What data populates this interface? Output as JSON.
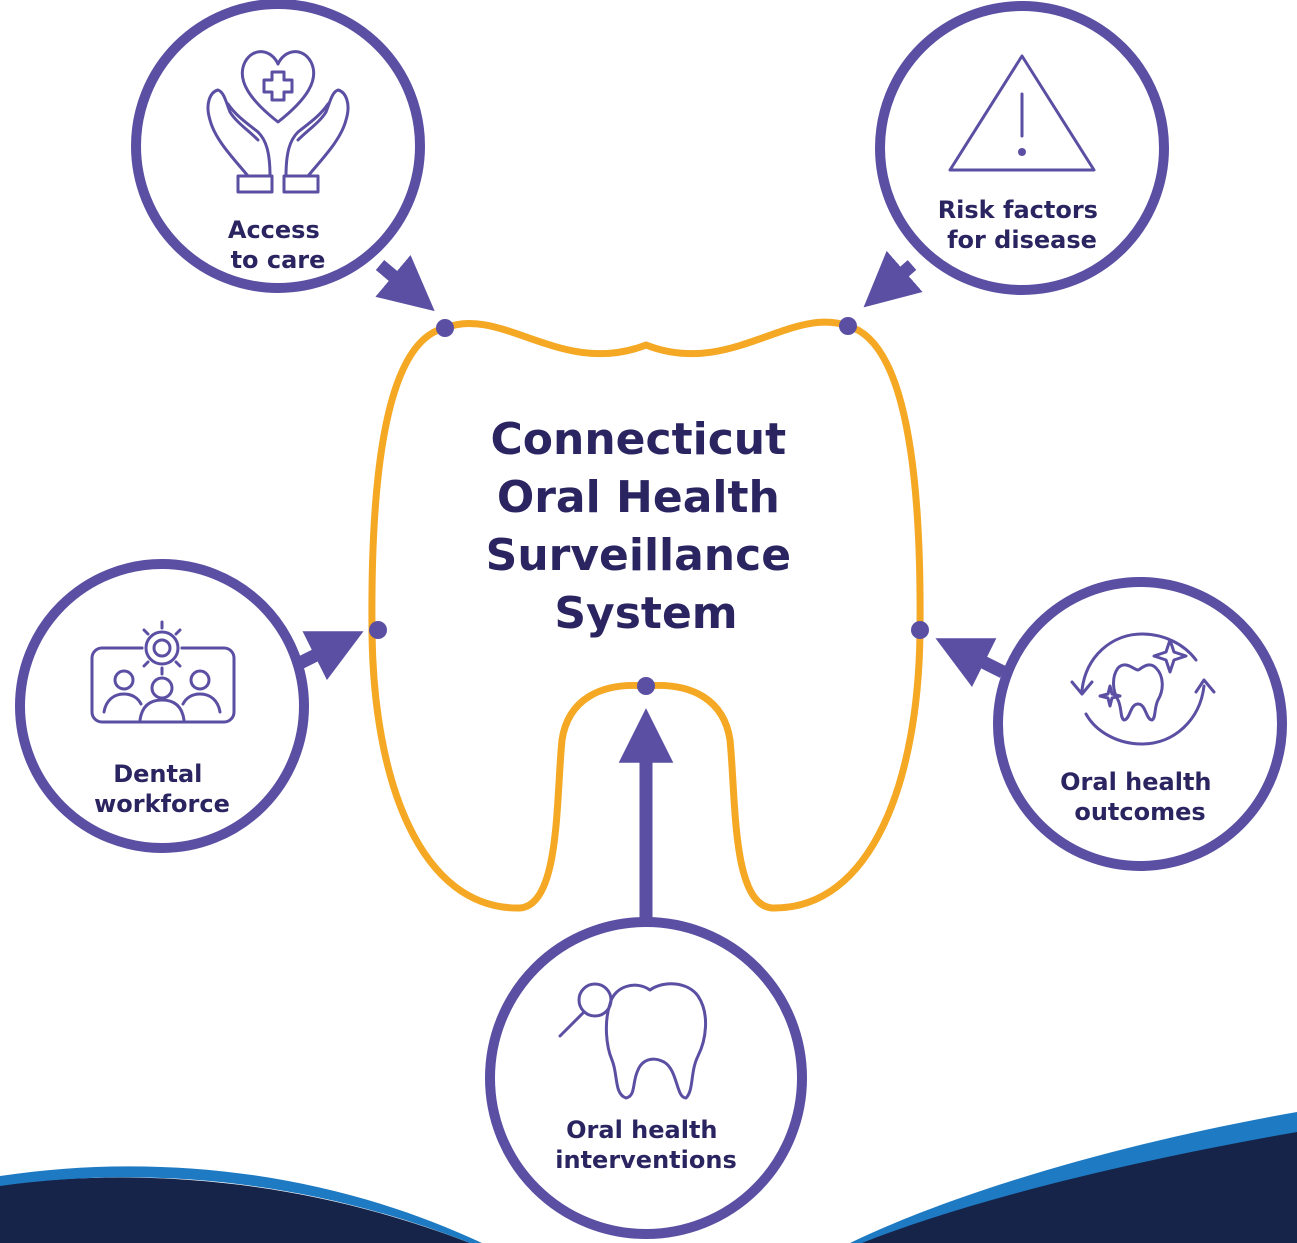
{
  "colors": {
    "purple": "#5a4fa3",
    "navy": "#16244a",
    "gold": "#f5a823",
    "blue": "#1e7ac2",
    "text": "#2a2560"
  },
  "center": {
    "title_lines": [
      "Connecticut",
      "Oral Health",
      "Surveillance",
      "System"
    ]
  },
  "nodes": [
    {
      "id": "access",
      "icon": "hands-heart-cross-icon",
      "label_lines": [
        "Access",
        "to care"
      ]
    },
    {
      "id": "risk",
      "icon": "warning-triangle-icon",
      "label_lines": [
        "Risk factors",
        "for disease"
      ]
    },
    {
      "id": "workforce",
      "icon": "team-gear-icon",
      "label_lines": [
        "Dental",
        "workforce"
      ]
    },
    {
      "id": "outcomes",
      "icon": "tooth-cycle-sparkle-icon",
      "label_lines": [
        "Oral health",
        "outcomes"
      ]
    },
    {
      "id": "interventions",
      "icon": "tooth-magnifier-icon",
      "label_lines": [
        "Oral health",
        "interventions"
      ]
    }
  ]
}
